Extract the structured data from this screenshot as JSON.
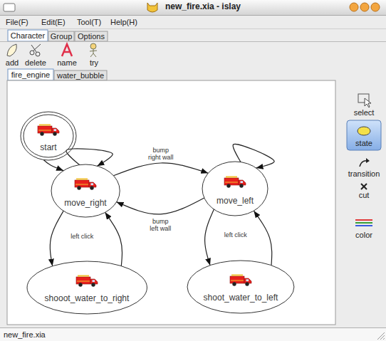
{
  "diagram": {
    "nodes": [
      {
        "text": [
          "start"
        ]
      },
      {
        "text": [
          "move_right"
        ]
      },
      {
        "text": [
          "move_left"
        ]
      },
      {
        "text": [
          "shooot_water_to_right"
        ]
      },
      {
        "text": [
          "shoot_water_to_left"
        ]
      }
    ],
    "edges": [
      {
        "from": 0,
        "to": 1,
        "arrow": "to"
      },
      {
        "from": 1,
        "to": 1,
        "arrow": "to"
      },
      {
        "from": 2,
        "to": 2,
        "arrow": "to"
      },
      {
        "from": 1,
        "to": 2,
        "arrow": "to",
        "label": "bump right wall"
      },
      {
        "from": 2,
        "to": 1,
        "arrow": "to",
        "label": "bump left wall"
      },
      {
        "from": 1,
        "to": 3,
        "arrow": "to",
        "label": "left click"
      },
      {
        "from": 3,
        "to": 1,
        "arrow": "to"
      },
      {
        "from": 2,
        "to": 4,
        "arrow": "to",
        "label": "left click"
      },
      {
        "from": 4,
        "to": 2,
        "arrow": "to"
      }
    ],
    "labels": [
      "new_fire.xia - islay",
      "File(F)",
      "Edit(E)",
      "Tool(T)",
      "Help(H)",
      "Character",
      "Group",
      "Options",
      "add",
      "delete",
      "name",
      "try",
      "fire_engine",
      "water_bubble",
      "select",
      "state",
      "transition",
      "cut",
      "color",
      "new_fire.xia"
    ]
  }
}
